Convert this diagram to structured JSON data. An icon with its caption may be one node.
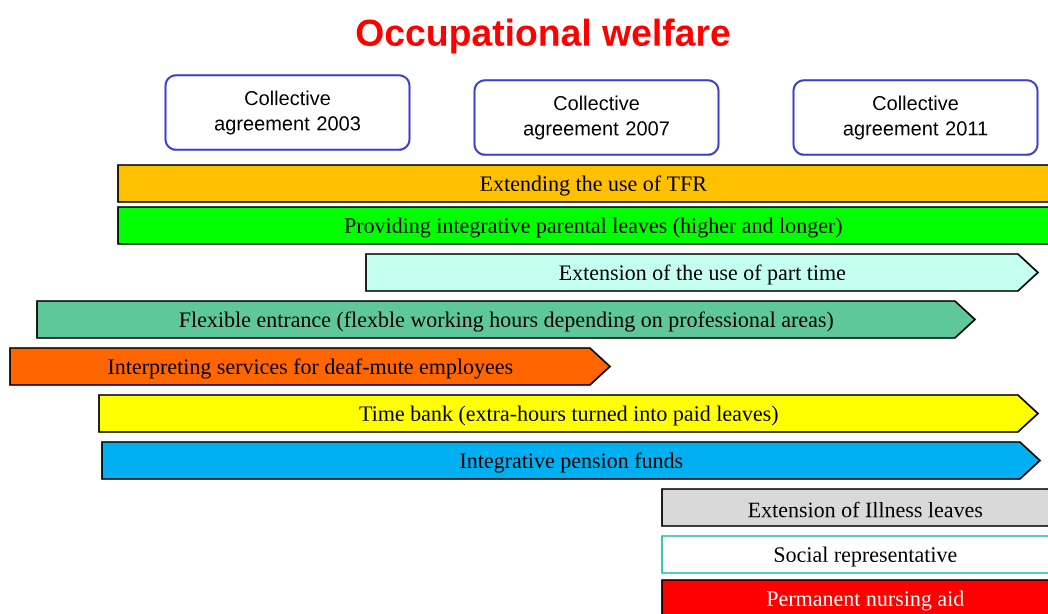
{
  "diagram": {
    "title": "Occupational welfare",
    "nodes": [
      {
        "text": [
          "Collective agreement 2003"
        ]
      },
      {
        "text": [
          "Collective agreement 2007"
        ]
      },
      {
        "text": [
          "Collective agreement 2011"
        ]
      },
      {
        "text": [
          "Extending the use of TFR"
        ]
      },
      {
        "text": [
          "Providing integrative parental leaves (higher and longer)"
        ]
      },
      {
        "text": [
          "Extension of the use of part time"
        ]
      },
      {
        "text": [
          "Flexible entrance (flexble working hours depending on professional areas)"
        ]
      },
      {
        "text": [
          "Interpreting services for deaf-mute employees"
        ]
      },
      {
        "text": [
          "Time bank (extra-hours turned into paid leaves)"
        ]
      },
      {
        "text": [
          "Integrative pension funds"
        ]
      },
      {
        "text": [
          "Extension of Illness leaves"
        ]
      },
      {
        "text": [
          "Social representative"
        ]
      },
      {
        "text": [
          "Permanent nursing aid"
        ]
      }
    ]
  }
}
